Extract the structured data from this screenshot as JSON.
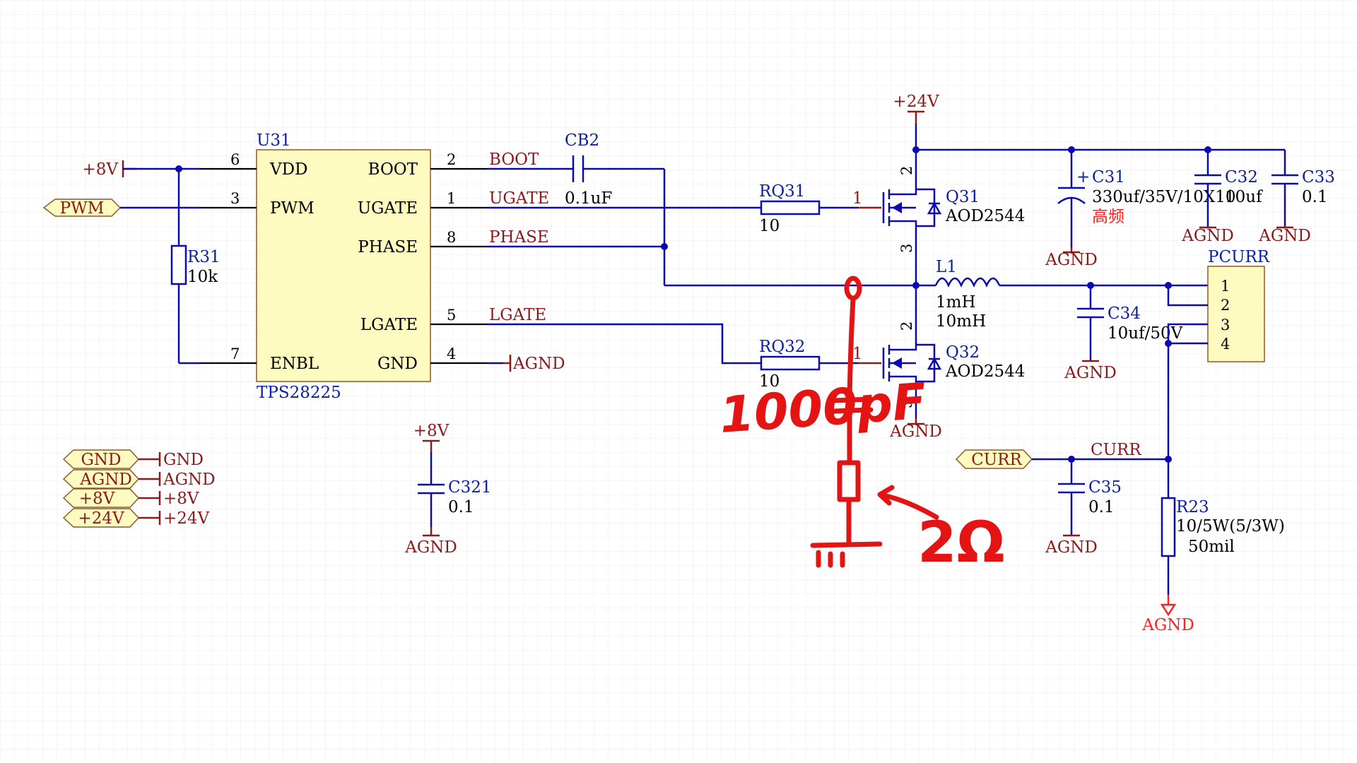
{
  "ic": {
    "designator": "U31",
    "part": "TPS28225",
    "pins_left": [
      {
        "num": "6",
        "name": "VDD"
      },
      {
        "num": "3",
        "name": "PWM"
      },
      {
        "num": "7",
        "name": "ENBL"
      }
    ],
    "pins_right": [
      {
        "num": "2",
        "name": "BOOT"
      },
      {
        "num": "1",
        "name": "UGATE"
      },
      {
        "num": "8",
        "name": "PHASE"
      },
      {
        "num": "5",
        "name": "LGATE"
      },
      {
        "num": "4",
        "name": "GND"
      }
    ]
  },
  "nets": {
    "boot": "BOOT",
    "ugate": "UGATE",
    "phase": "PHASE",
    "lgate": "LGATE",
    "curr": "CURR"
  },
  "power": {
    "p8v": "+8V",
    "p24v": "+24V",
    "agnd": "AGND"
  },
  "ports": {
    "pwm": "PWM",
    "curr": "CURR"
  },
  "legend": [
    {
      "port": "GND",
      "net": "GND"
    },
    {
      "port": "AGND",
      "net": "AGND"
    },
    {
      "port": "+8V",
      "net": "+8V"
    },
    {
      "port": "+24V",
      "net": "+24V"
    }
  ],
  "components": {
    "r31": {
      "ref": "R31",
      "value": "10k"
    },
    "cb2": {
      "ref": "CB2",
      "value": "0.1uF"
    },
    "rq31": {
      "ref": "RQ31",
      "value": "10",
      "pin": "1"
    },
    "rq32": {
      "ref": "RQ32",
      "value": "10",
      "pin": "1"
    },
    "q31": {
      "ref": "Q31",
      "part": "AOD2544",
      "pin_d": "2",
      "pin_s": "3"
    },
    "q32": {
      "ref": "Q32",
      "part": "AOD2544",
      "pin_d": "2",
      "pin_s": "3"
    },
    "l1": {
      "ref": "L1",
      "value1": "1mH",
      "value2": "10mH"
    },
    "c31": {
      "ref": "C31",
      "value": "330uf/35V/10X10",
      "note": "高频",
      "plus": "+"
    },
    "c32": {
      "ref": "C32",
      "value": "10uf"
    },
    "c33": {
      "ref": "C33",
      "value": "0.1"
    },
    "c34": {
      "ref": "C34",
      "value": "10uf/50V"
    },
    "c35": {
      "ref": "C35",
      "value": "0.1"
    },
    "c321": {
      "ref": "C321",
      "value": "0.1"
    },
    "r23": {
      "ref": "R23",
      "value": "10/5W(5/3W)",
      "note": "50mil"
    },
    "pcurr": {
      "ref": "PCURR",
      "pins": [
        "1",
        "2",
        "3",
        "4"
      ]
    }
  },
  "annotations": {
    "cap": "1000pF",
    "res": "2Ω"
  },
  "colors": {
    "wire": "#0a0ab0",
    "power": "#8b1a1a",
    "annotation": "#e41414",
    "chip_fill": "#fdfbc0"
  }
}
